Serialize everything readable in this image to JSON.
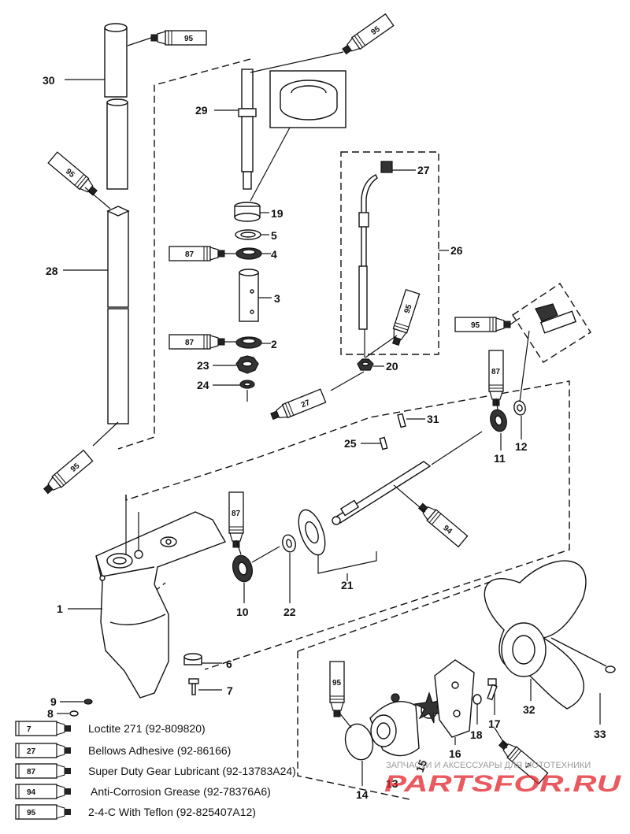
{
  "part_numbers": {
    "p1": "1",
    "p2": "2",
    "p3": "3",
    "p4": "4",
    "p5": "5",
    "p6": "6",
    "p7": "7",
    "p8": "8",
    "p9": "9",
    "p10": "10",
    "p11": "11",
    "p12": "12",
    "p13": "13",
    "p14": "14",
    "p15": "15",
    "p16": "16",
    "p17": "17",
    "p18": "18",
    "p19": "19",
    "p20": "20",
    "p21": "21",
    "p22": "22",
    "p23": "23",
    "p24": "24",
    "p25": "25",
    "p26": "26",
    "p27": "27",
    "p28": "28",
    "p29": "29",
    "p30": "30",
    "p31": "31",
    "p32": "32",
    "p33": "33"
  },
  "tube_labels": {
    "t95": "95",
    "t87": "87",
    "t27": "27",
    "t94": "94",
    "t7": "7"
  },
  "legend": [
    {
      "code": "7",
      "text": "Loctite 271 (92-809820)"
    },
    {
      "code": "27",
      "text": "Bellows Adhesive (92-86166)"
    },
    {
      "code": "87",
      "text": "Super Duty Gear Lubricant (92-13783A24)"
    },
    {
      "code": "94",
      "text": "Anti-Corrosion Grease (92-78376A6)"
    },
    {
      "code": "95",
      "text": "2-4-C  With Teflon (92-825407A12)"
    }
  ],
  "watermark": {
    "tagline": "ЗАПЧАСТИ И АКСЕССУАРЫ ДЛЯ МОТОТЕХНИКИ",
    "brand": "PARTSFOR.RU"
  },
  "colors": {
    "ink": "#111111",
    "watermark_red": "#e2222a",
    "watermark_grey": "#9a9a9a"
  }
}
